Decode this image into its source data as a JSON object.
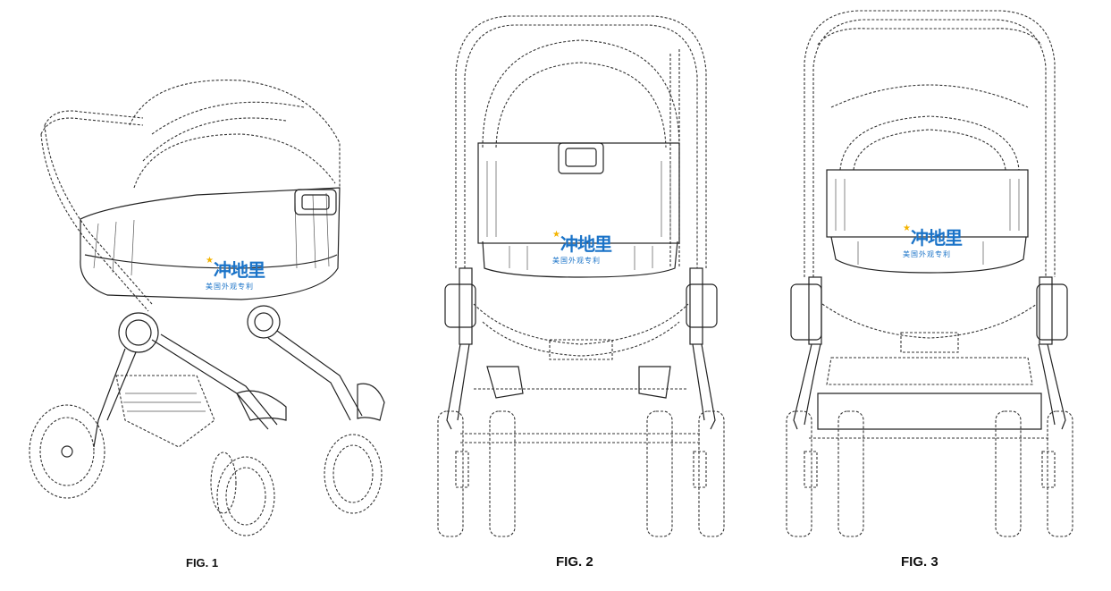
{
  "figures": [
    {
      "id": "fig1",
      "label": "FIG. 1",
      "view": "perspective"
    },
    {
      "id": "fig2",
      "label": "FIG. 2",
      "view": "front"
    },
    {
      "id": "fig3",
      "label": "FIG. 3",
      "view": "rear"
    }
  ],
  "watermark": {
    "logo_text": "冲地里",
    "subtitle": "美国外观专利",
    "color": "#1a73c8",
    "accent_color": "#f4b400"
  },
  "line_color": "#222222"
}
